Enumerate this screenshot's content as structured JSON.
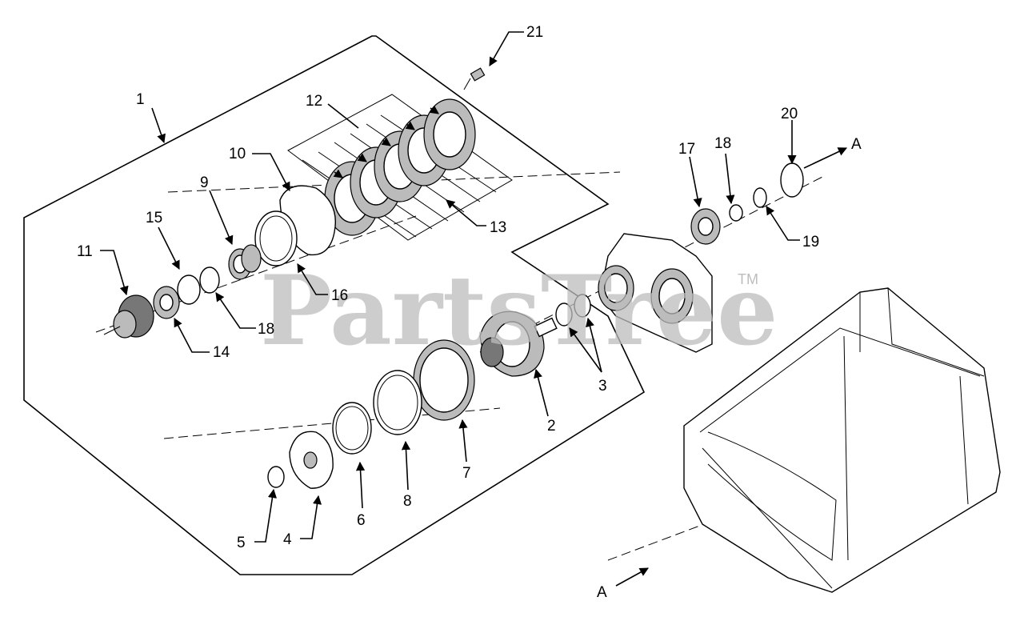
{
  "watermark": {
    "text": "PartsTree",
    "trademark": "TM"
  },
  "callouts": [
    {
      "id": "c1",
      "label": "1"
    },
    {
      "id": "c2",
      "label": "2"
    },
    {
      "id": "c3",
      "label": "3"
    },
    {
      "id": "c4",
      "label": "4"
    },
    {
      "id": "c5",
      "label": "5"
    },
    {
      "id": "c6",
      "label": "6"
    },
    {
      "id": "c7",
      "label": "7"
    },
    {
      "id": "c8",
      "label": "8"
    },
    {
      "id": "c9",
      "label": "9"
    },
    {
      "id": "c10",
      "label": "10"
    },
    {
      "id": "c11",
      "label": "11"
    },
    {
      "id": "c12",
      "label": "12"
    },
    {
      "id": "c13",
      "label": "13"
    },
    {
      "id": "c14",
      "label": "14"
    },
    {
      "id": "c15",
      "label": "15"
    },
    {
      "id": "c16",
      "label": "16"
    },
    {
      "id": "c17",
      "label": "17"
    },
    {
      "id": "c18a",
      "label": "18"
    },
    {
      "id": "c18b",
      "label": "18"
    },
    {
      "id": "c19",
      "label": "19"
    },
    {
      "id": "c20",
      "label": "20"
    },
    {
      "id": "c21",
      "label": "21"
    },
    {
      "id": "cA1",
      "label": "A"
    },
    {
      "id": "cA2",
      "label": "A"
    }
  ]
}
